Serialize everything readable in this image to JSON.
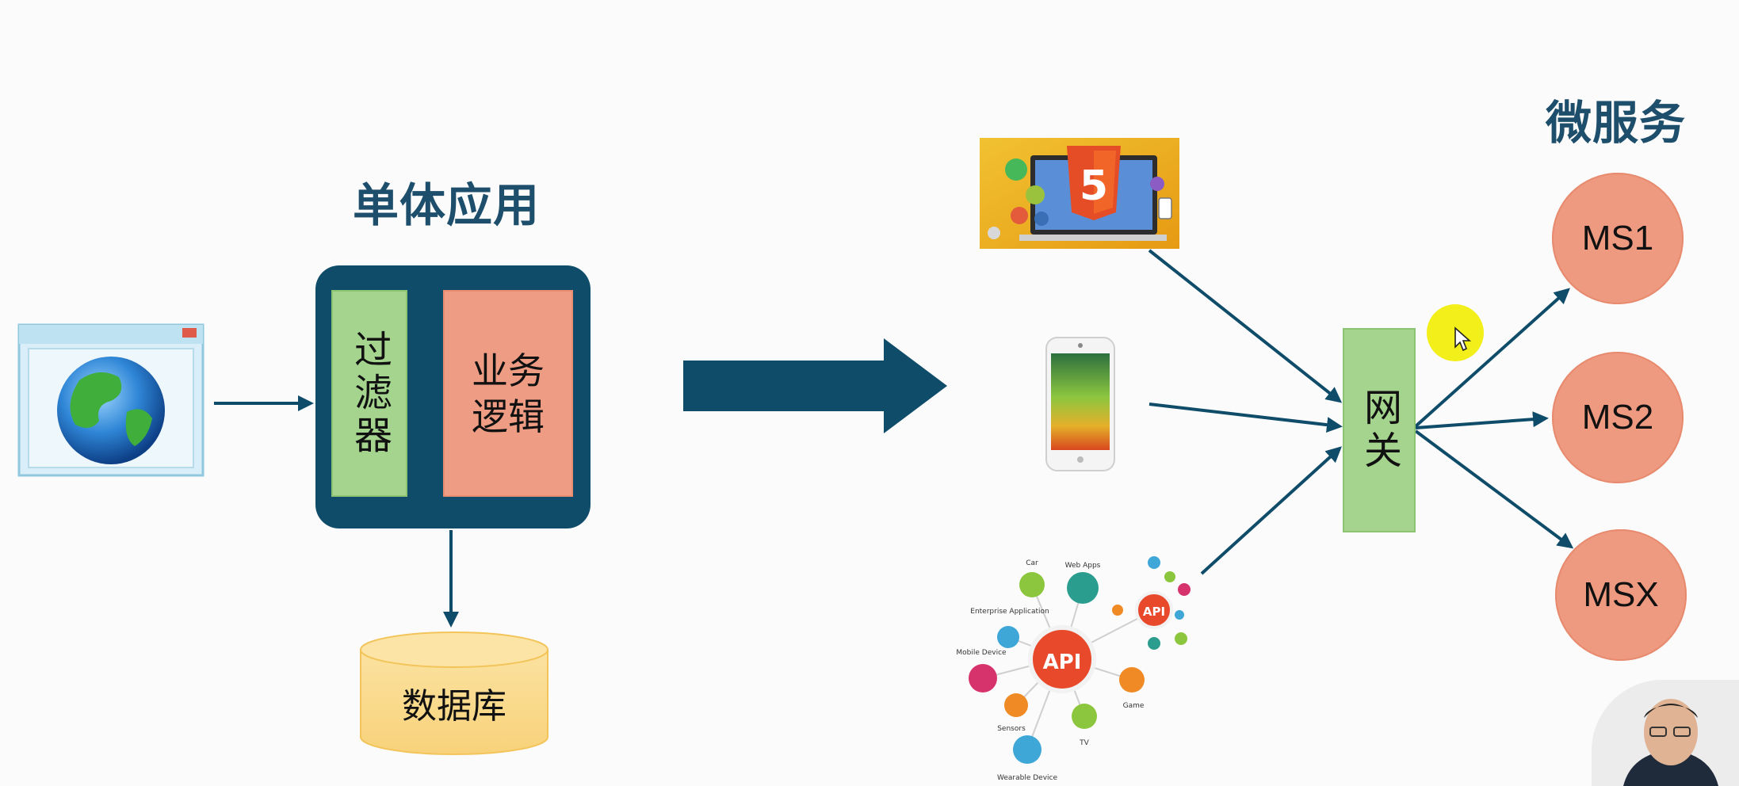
{
  "monolith": {
    "title": "单体应用",
    "filter_label": "过滤器",
    "logic_label": "业务逻辑",
    "database_label": "数据库"
  },
  "microservices": {
    "title": "微服务",
    "gateway_label": "网关",
    "services": [
      "MS1",
      "MS2",
      "MSX"
    ]
  },
  "api_graphic": {
    "center_label": "API",
    "sub_label": "API",
    "nodes": [
      "Car",
      "Web Apps",
      "Enterprise Application",
      "Mobile Device",
      "Game",
      "Sensors",
      "TV",
      "Wearable Device"
    ]
  },
  "html5_graphic": {
    "badge": "5"
  },
  "colors": {
    "dark_blue": "#0f4c69",
    "green": "#a5d48e",
    "salmon": "#ee9c83",
    "db_yellow": "#fad98a",
    "title_color": "#1d4e6b"
  },
  "icons": [
    "browser-globe-icon",
    "html5-devices-icon",
    "smartphone-icon",
    "api-network-icon",
    "cursor-icon",
    "presenter-webcam"
  ]
}
